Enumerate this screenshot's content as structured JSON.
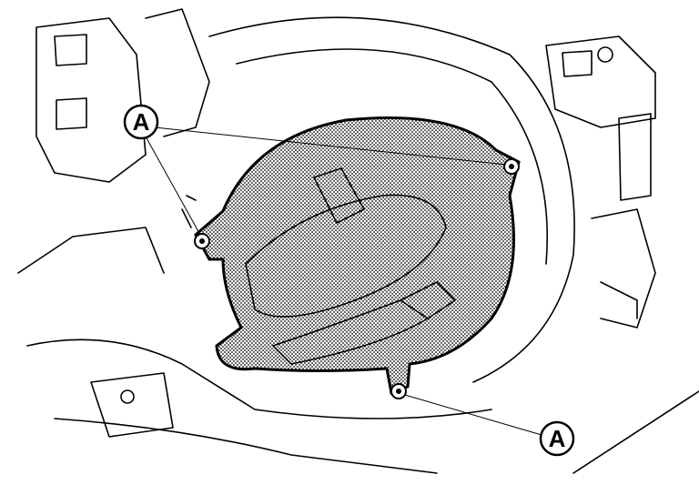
{
  "diagram": {
    "callouts": [
      {
        "id": "callout-top-left",
        "label": "A"
      },
      {
        "id": "callout-bottom-right",
        "label": "A"
      }
    ],
    "colors": {
      "line": "#000000",
      "background": "#ffffff",
      "stipple": "#000000"
    }
  }
}
